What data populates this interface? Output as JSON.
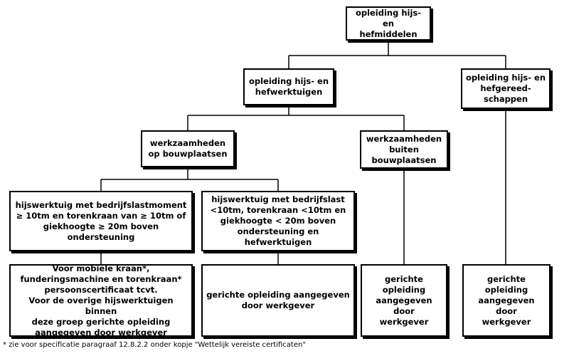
{
  "boxes": {
    "hijs_hefmiddelen": "opleiding hijs- en\nhefmiddelen",
    "hijs_hefwerktuigen": "opleiding hijs- en\nhefwerktuigen",
    "hijs_hefgereedschappen": "opleiding hijs- en\nhefgereed-\nschappen",
    "op_bouwplaatsen": "werkzaamheden\nop bouwplaatsen",
    "buiten_bouwplaatsen": "werkzaamheden\nbuiten\nbouwplaatsen",
    "groot_materieel": "hijswerktuig met bedrijfslastmoment\n≥ 10tm en torenkraan van  ≥ 10tm of\ngiekhoogte ≥ 20m boven\nondersteuning",
    "klein_materieel": "hijswerktuig met bedrijfslast\n<10tm, torenkraan  <10tm en\ngiekhoogte  < 20m boven\nondersteuning en\nhefwerktuigen",
    "certificaat": "Voor mobiele kraan*,\nfunderingsmachine en torenkraan*\npersoonscertificaat tcvt.\nVoor de overige hijswerktuigen binnen\ndeze groep gerichte opleiding\naangegeven door werkgever",
    "gericht_1": "gerichte opleiding aangegeven\ndoor werkgever",
    "gericht_2": "gerichte opleiding\naangegeven door\nwerkgever",
    "gericht_3": "gerichte opleiding\naangegeven door\nwerkgever"
  },
  "footnote": "* zie voor specificatie paragraaf 12.8.2.2 onder kopje \"Wettelijk vereiste certificaten\""
}
